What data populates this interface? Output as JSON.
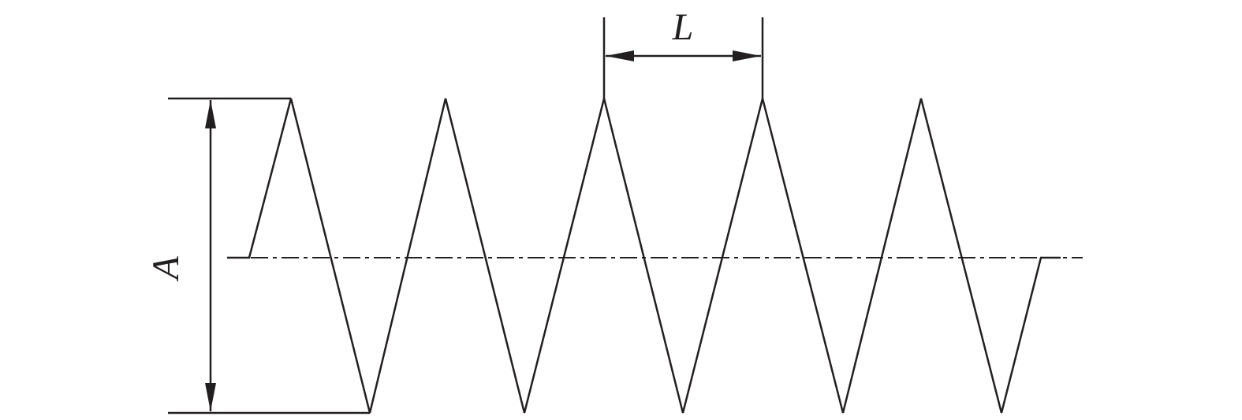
{
  "labels": {
    "amplitude": "A",
    "wavelength": "L"
  },
  "colors": {
    "stroke": "#231f20",
    "background": "#ffffff"
  },
  "wave": {
    "type": "triangular",
    "peaks": 5,
    "valleys": 5
  }
}
